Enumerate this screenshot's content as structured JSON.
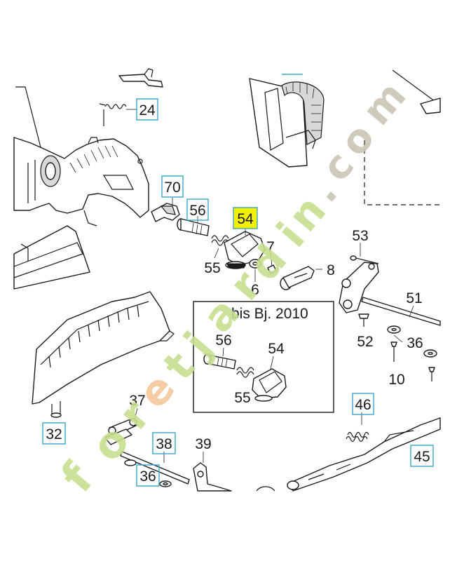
{
  "diagram": {
    "callouts": [
      {
        "id": "24",
        "label": "24",
        "boxed": true
      },
      {
        "id": "70",
        "label": "70",
        "boxed": true
      },
      {
        "id": "56a",
        "label": "56",
        "boxed": true
      },
      {
        "id": "54a",
        "label": "54",
        "boxed": true,
        "highlight": true
      },
      {
        "id": "7",
        "label": "7",
        "boxed": false
      },
      {
        "id": "55a",
        "label": "55",
        "boxed": false
      },
      {
        "id": "6",
        "label": "6",
        "boxed": false
      },
      {
        "id": "53",
        "label": "53",
        "boxed": false
      },
      {
        "id": "8",
        "label": "8",
        "boxed": false
      },
      {
        "id": "51",
        "label": "51",
        "boxed": false
      },
      {
        "id": "52",
        "label": "52",
        "boxed": false
      },
      {
        "id": "36a",
        "label": "36",
        "boxed": false
      },
      {
        "id": "10",
        "label": "10",
        "boxed": false
      },
      {
        "id": "56b",
        "label": "56",
        "boxed": false
      },
      {
        "id": "54b",
        "label": "54",
        "boxed": false
      },
      {
        "id": "55b",
        "label": "55",
        "boxed": false
      },
      {
        "id": "46",
        "label": "46",
        "boxed": true
      },
      {
        "id": "45",
        "label": "45",
        "boxed": true
      },
      {
        "id": "37",
        "label": "37",
        "boxed": false
      },
      {
        "id": "32",
        "label": "32",
        "boxed": true
      },
      {
        "id": "38",
        "label": "38",
        "boxed": true
      },
      {
        "id": "39",
        "label": "39",
        "boxed": false
      },
      {
        "id": "36b",
        "label": "36",
        "boxed": true
      }
    ],
    "inset_title": "bis Bj. 2010",
    "watermark": {
      "letters": [
        "f",
        "o",
        "r",
        "e",
        "t",
        "j",
        "a",
        "r",
        "d",
        "i",
        "n",
        ".",
        "c",
        "o",
        "m"
      ],
      "colors": {
        "green": "#c7de8e",
        "orange": "#f5c79a",
        "grey": "#cbc5b5"
      }
    },
    "colors": {
      "callout_border": "#3aa6c8",
      "highlight": "#f3f000",
      "ink": "#1a1a1a"
    }
  }
}
